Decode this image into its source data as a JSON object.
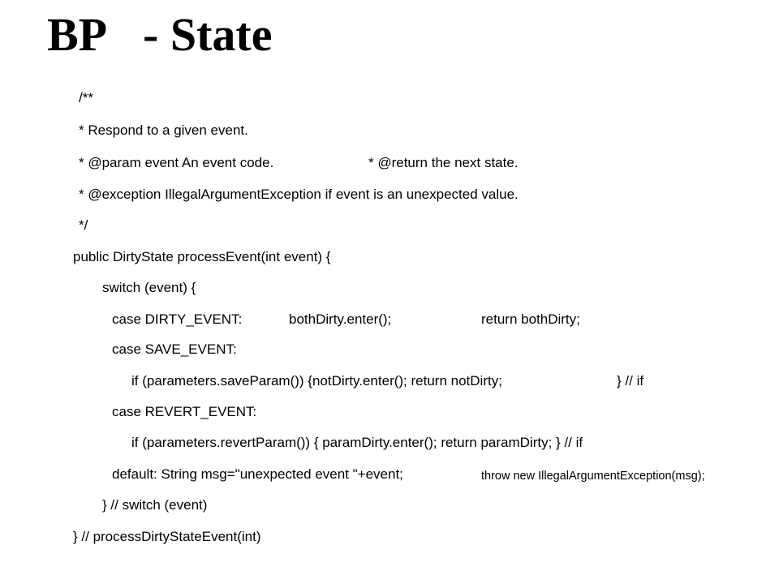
{
  "slide": {
    "title_main": "BP",
    "title_rest": "- State"
  },
  "code": {
    "l1": "/**",
    "l2": "* Respond to a given event.",
    "l3a": "* @param event An event code.",
    "l3b": "* @return the next state.",
    "l4": "* @exception IllegalArgumentException if event is an unexpected value.",
    "l5": "*/",
    "l6": "public DirtyState processEvent(int event) {",
    "l7": "switch (event) {",
    "l8a": "case DIRTY_EVENT:",
    "l8b": "bothDirty.enter();",
    "l8c": "return bothDirty;",
    "l9": "case SAVE_EVENT:",
    "l10a": "if (parameters.saveParam()) {notDirty.enter(); return notDirty;",
    "l10b": "} // if",
    "l11": "case REVERT_EVENT:",
    "l12": "if (parameters.revertParam()) { paramDirty.enter();  return paramDirty; } // if",
    "l13a": "default: String msg=\"unexpected event \"+event;",
    "l13b": "throw new IllegalArgumentException(msg);",
    "l14": "} // switch (event)",
    "l15": "} // processDirtyStateEvent(int)"
  }
}
